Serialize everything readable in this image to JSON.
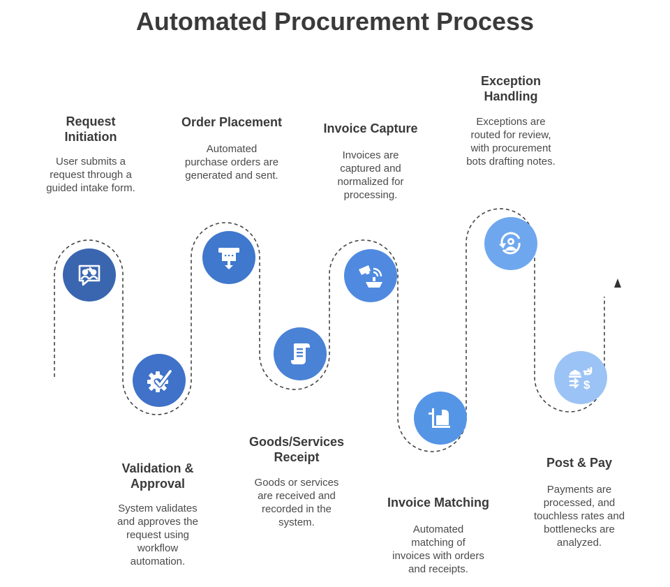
{
  "title": "Automated Procurement Process",
  "steps": [
    {
      "label": "Request\nInitiation",
      "desc": "User submits a\nrequest through a\nguided intake form.",
      "icon": "chat-users-icon",
      "color": "#3a66b0"
    },
    {
      "label": "Validation &\nApproval",
      "desc": "System validates\nand approves the\nrequest using\nworkflow\nautomation.",
      "icon": "gear-check-icon",
      "color": "#3f72c8"
    },
    {
      "label": "Order Placement",
      "desc": "Automated\npurchase orders are\ngenerated and sent.",
      "icon": "order-machine-icon",
      "color": "#3f78cc"
    },
    {
      "label": "Goods/Services\nReceipt",
      "desc": "Goods or services\nare received and\nrecorded in the\nsystem.",
      "icon": "receipt-scroll-icon",
      "color": "#4a82d6"
    },
    {
      "label": "Invoice Capture",
      "desc": "Invoices are\ncaptured and\nnormalized for\nprocessing.",
      "icon": "scanner-capture-icon",
      "color": "#4f8ae0"
    },
    {
      "label": "Invoice Matching",
      "desc": "Automated\nmatching of\ninvoices with orders\nand receipts.",
      "icon": "matching-box-icon",
      "color": "#5595e6"
    },
    {
      "label": "Exception\nHandling",
      "desc": "Exceptions are\nrouted for review,\nwith procurement\nbots drafting notes.",
      "icon": "user-cycle-icon",
      "color": "#6fa7ee"
    },
    {
      "label": "Post & Pay",
      "desc": "Payments are\nprocessed, and\ntouchless rates and\nbottlenecks are\nanalyzed.",
      "icon": "payment-exchange-icon",
      "color": "#9cc3f5"
    }
  ]
}
